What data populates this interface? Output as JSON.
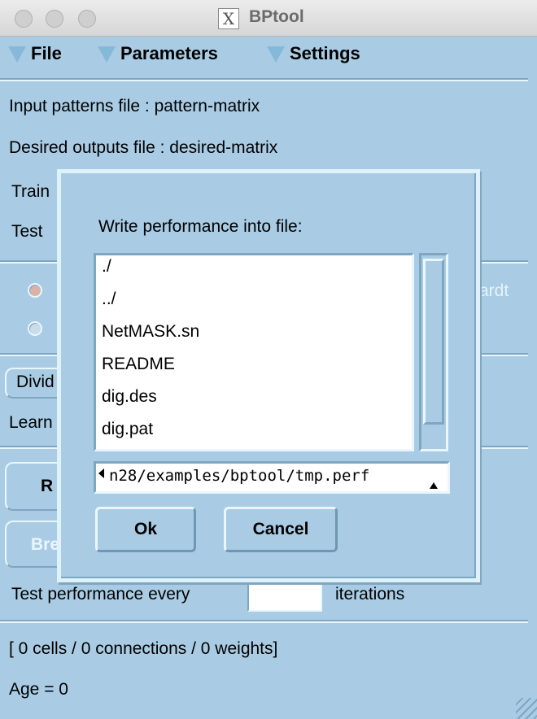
{
  "window": {
    "title": "BPtool"
  },
  "menu": {
    "file": "File",
    "parameters": "Parameters",
    "settings": "Settings"
  },
  "main": {
    "input_patterns": "Input patterns file : pattern-matrix",
    "desired_outputs": "Desired outputs file : desired-matrix",
    "train_label": "Train",
    "test_label": "Test",
    "radio_right_partial": "ardt",
    "divide_partial": "Divid",
    "learn_partial": "Learn",
    "run_partial": "R",
    "break_partial": "Bre",
    "test_every_label": "Test performance every",
    "test_every_value": "",
    "iterations_label": "iterations",
    "stats": "[ 0 cells / 0 connections / 0 weights]",
    "age": "Age = 0"
  },
  "dialog": {
    "prompt": "Write performance into file:",
    "files": [
      "./",
      "../",
      "NetMASK.sn",
      "README",
      "dig.des",
      "dig.pat"
    ],
    "path": "n28/examples/bptool/tmp.perf",
    "ok_label": "Ok",
    "cancel_label": "Cancel"
  }
}
